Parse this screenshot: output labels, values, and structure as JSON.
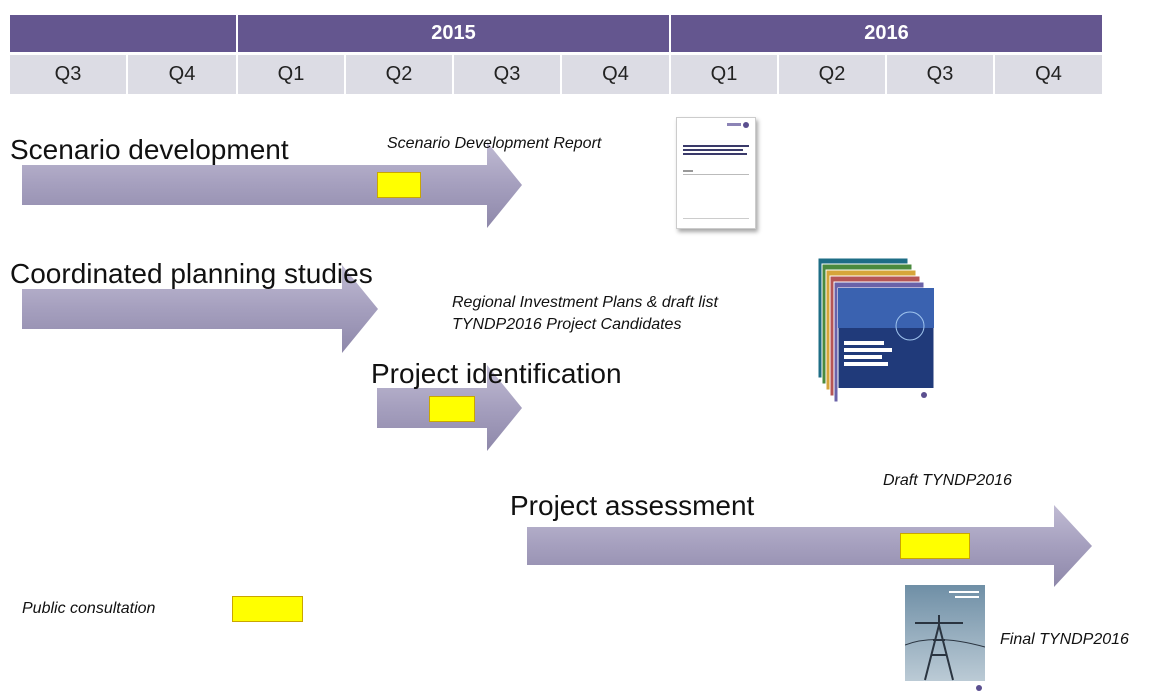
{
  "timeline": {
    "years": [
      {
        "label": ""
      },
      {
        "label": "2015"
      },
      {
        "label": "2016"
      }
    ],
    "quarters": [
      "Q3",
      "Q4",
      "Q1",
      "Q2",
      "Q3",
      "Q4",
      "Q1",
      "Q2",
      "Q3",
      "Q4"
    ]
  },
  "phases": {
    "scenario": {
      "label": "Scenario development"
    },
    "planning": {
      "label": "Coordinated planning studies"
    },
    "identification": {
      "label": "Project identification"
    },
    "assessment": {
      "label": "Project assessment"
    }
  },
  "deliverables": {
    "scenario_report": "Scenario Development Report",
    "regional_line1": "Regional Investment Plans & draft list",
    "regional_line2": "TYNDP2016 Project Candidates",
    "draft": "Draft TYNDP2016",
    "final": "Final TYNDP2016"
  },
  "legend": {
    "public_consultation": "Public consultation"
  },
  "colors": {
    "header_year": "#64568f",
    "header_quarter": "#dcdce4",
    "arrow": "#a59fbe",
    "consultation": "#ffff00"
  }
}
